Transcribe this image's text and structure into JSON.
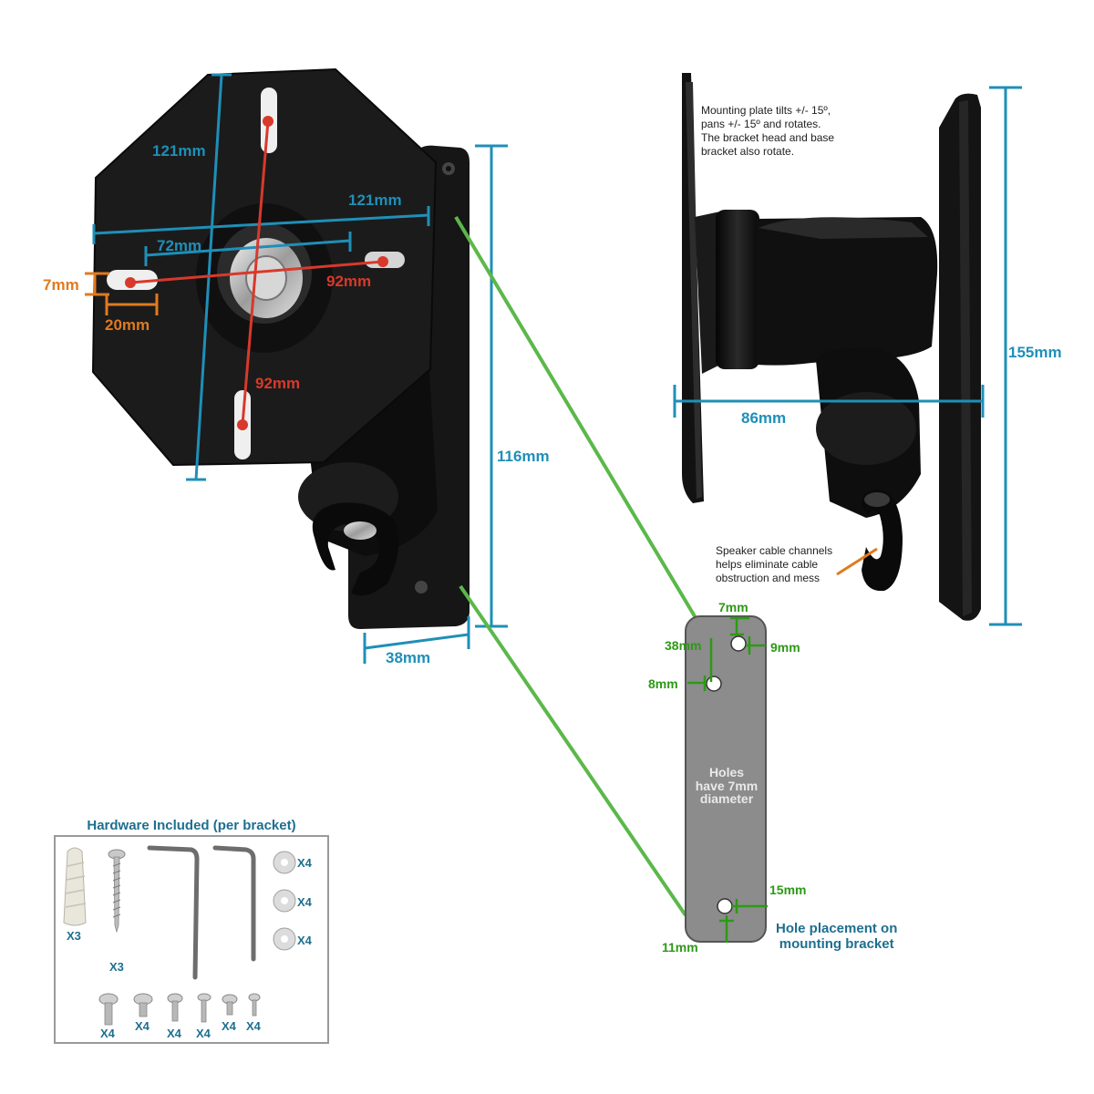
{
  "front_view": {
    "dims": {
      "plate_height": "121mm",
      "plate_width": "121mm",
      "hole_spacing_h": "72mm",
      "slot_height": "7mm",
      "slot_width": "20mm",
      "vesa_h": "92mm",
      "vesa_v": "92mm",
      "bracket_height": "116mm",
      "bracket_depth": "38mm"
    }
  },
  "side_view": {
    "dims": {
      "height": "155mm",
      "depth": "86mm"
    },
    "tilt_note": "Mounting plate tilts +/- 15º,\npans +/- 15º and rotates.\nThe bracket head and base\nbracket also rotate.",
    "cable_note": "Speaker cable channels\nhelps eliminate cable\nobstruction and mess"
  },
  "bracket_plate": {
    "dims": {
      "top_edge": "7mm",
      "first_hole": "38mm",
      "side_offset": "9mm",
      "second_hole": "8mm",
      "bottom_side": "15mm",
      "bottom_edge": "11mm"
    },
    "center_text": "Holes\nhave 7mm\ndiameter",
    "caption": "Hole placement on\nmounting bracket"
  },
  "hardware": {
    "title": "Hardware Included (per bracket)",
    "counts": {
      "anchor": "X3",
      "screw_long": "X3",
      "washer_1": "X4",
      "washer_2": "X4",
      "washer_3": "X4",
      "bolt_1": "X4",
      "bolt_2": "X4",
      "bolt_3": "X4",
      "bolt_4": "X4",
      "bolt_5": "X4",
      "bolt_6": "X4"
    }
  },
  "colors": {
    "dimension_blue": "#1f8fb8",
    "dimension_red": "#d8392b",
    "dimension_orange": "#e07a1f",
    "dimension_green": "#2c9a16",
    "connector_green": "#5bb84a",
    "bracket_black": "#141414",
    "plate_gray": "#8c8c8c"
  }
}
